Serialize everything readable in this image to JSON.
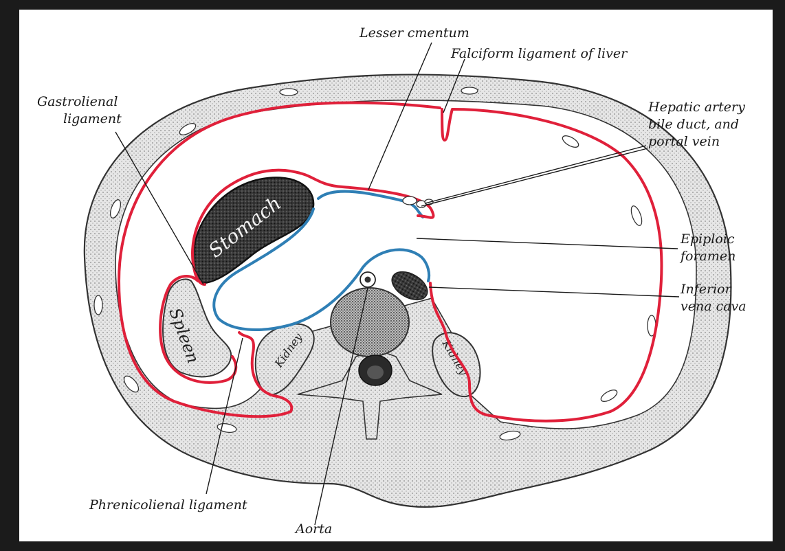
{
  "diagram": {
    "labels": {
      "lesser_omentum": "Lesser cmentum",
      "falciform": "Falciform ligament of liver",
      "gastrolienal_1": "Gastrolienal",
      "gastrolienal_2": "ligament",
      "hepatic_1": "Hepatic artery",
      "hepatic_2": "bile duct, and",
      "hepatic_3": "portal vein",
      "epiploic_1": "Epiploic",
      "epiploic_2": "foramen",
      "ivc_1": "Inferior",
      "ivc_2": "vena cava",
      "phrenicolienal": "Phrenicolienal ligament",
      "aorta": "Aorta"
    },
    "organs": {
      "stomach": "Stomach",
      "spleen": "Spleen",
      "kidney_left": "Kidney",
      "kidney_right": "Kidney"
    },
    "colors": {
      "background": "#1b1b1b",
      "paper": "#ffffff",
      "peritoneum_greater_sac": "#e0203a",
      "peritoneum_lesser_sac": "#2f7fb5",
      "body_wall": "#d9d9d9",
      "ink": "#1a1a1a"
    }
  }
}
